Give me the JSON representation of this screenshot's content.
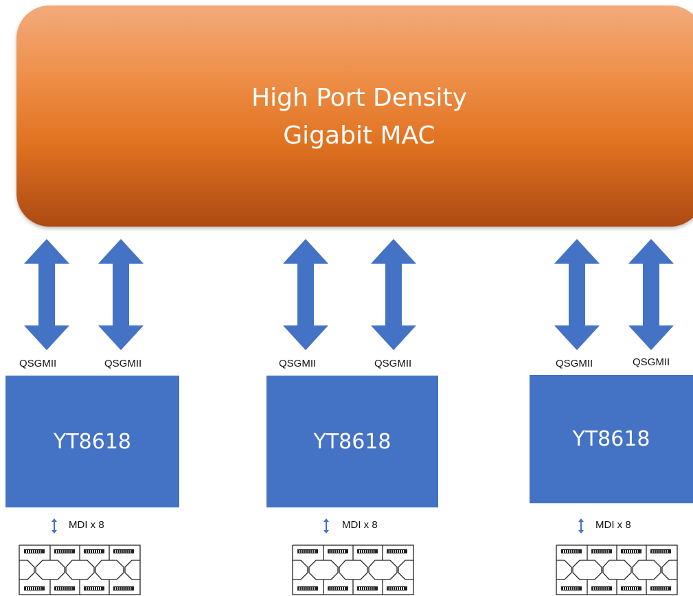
{
  "mac": {
    "line1": "High Port Density",
    "line2": "Gigabit MAC"
  },
  "interfaces": [
    "QSGMII",
    "QSGMII",
    "QSGMII",
    "QSGMII",
    "QSGMII",
    "QSGMII"
  ],
  "chips": [
    "YT8618",
    "YT8618",
    "YT8618"
  ],
  "mdi_labels": [
    "MDI x 8",
    "MDI x 8",
    "MDI x 8"
  ],
  "colors": {
    "mac_gradient": [
      "#f2ab7a",
      "#ee8e47",
      "#e07321",
      "#ac4a13"
    ],
    "chip": "#4472c4",
    "arrow": "#4472c4"
  },
  "icons": {
    "bus_arrow": "double-headed-arrow-icon",
    "mdi_arrow": "small-double-arrow-icon",
    "connector": "rj45-port-group-icon"
  }
}
